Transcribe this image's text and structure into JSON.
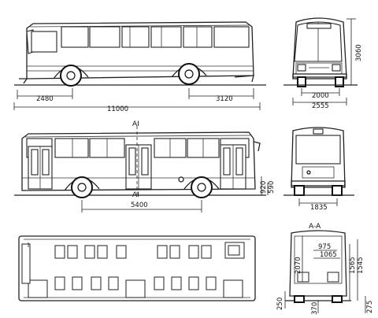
{
  "dimensions": {
    "front_overhang": "2480",
    "overall_length": "11000",
    "rear_overhang": "3120",
    "overall_height": "3060",
    "track_width": "2000",
    "overall_width": "2555",
    "wheelbase": "5400",
    "floor_height_1": "920",
    "floor_height_2": "590",
    "rear_track": "1835",
    "interior_height": "2070",
    "aisle_width": "975",
    "seat_width": "1065",
    "standing_height": "1565",
    "side_height": "1545",
    "ground_clearance": "250",
    "step_1": "370",
    "step_2": "275"
  },
  "section_labels": {
    "a_top": "AI",
    "a_bottom": "AI",
    "section_aa": "A-A"
  }
}
